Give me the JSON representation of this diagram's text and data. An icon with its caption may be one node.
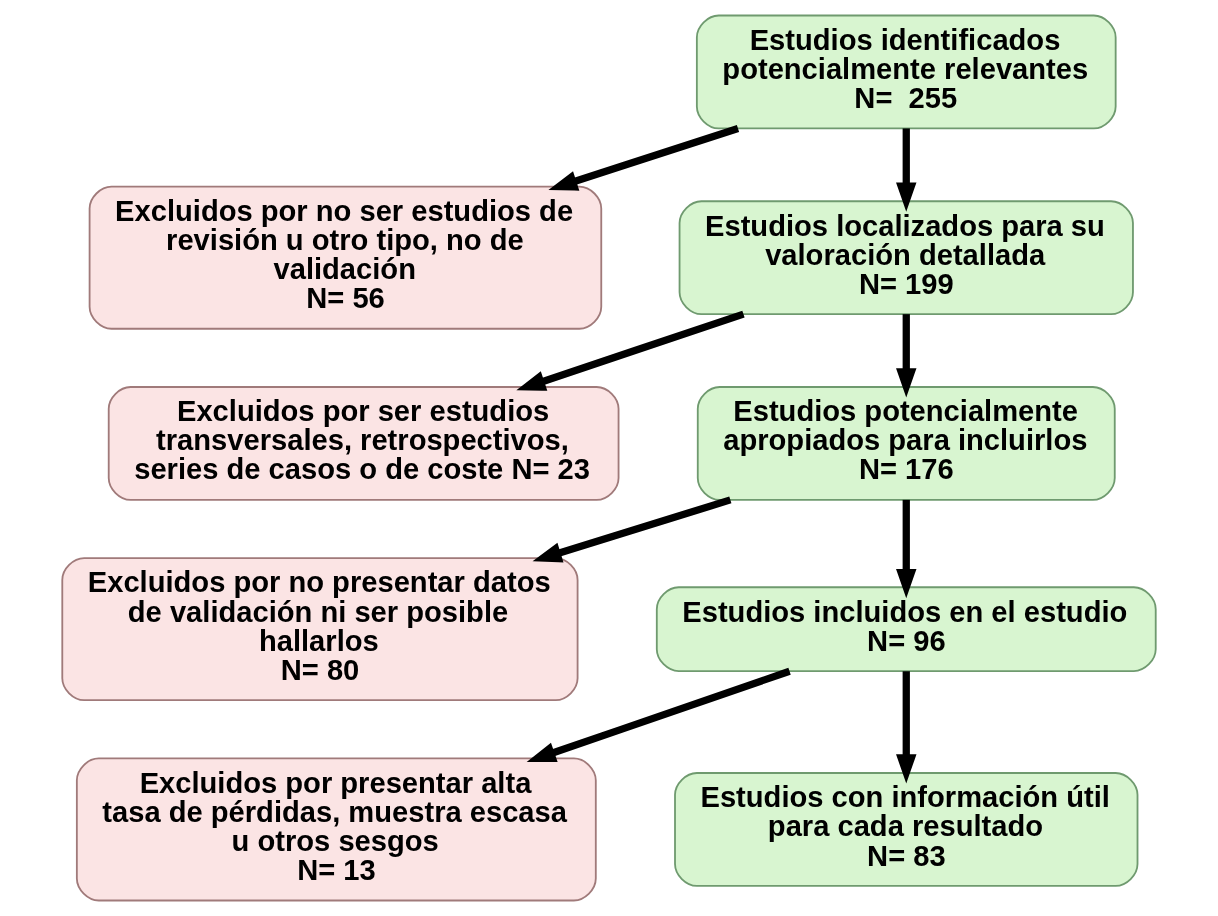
{
  "diagram": {
    "nodes": [
      {
        "text": [
          "Estudios identificados potencialmente relevantes",
          "N=  255"
        ]
      },
      {
        "text": [
          "Excluidos por no ser estudios de revisión u otro tipo, no de validación",
          "N= 56"
        ]
      },
      {
        "text": [
          "Estudios localizados para su valoración detallada",
          "N= 199"
        ]
      },
      {
        "text": [
          "Excluidos por ser estudios transversales, retrospectivos, series de casos o de coste N= 23"
        ]
      },
      {
        "text": [
          "Estudios potencialmente apropiados para incluirlos",
          "N= 176"
        ]
      },
      {
        "text": [
          "Excluidos por no presentar datos de validación ni ser posible hallarlos",
          "N= 80"
        ]
      },
      {
        "text": [
          "Estudios incluidos en el estudio",
          "N= 96"
        ]
      },
      {
        "text": [
          "Excluidos por presentar alta tasa de pérdidas, muestra escasa u otros sesgos",
          "N= 13"
        ]
      },
      {
        "text": [
          "Estudios con información útil para cada resultado",
          "N= 83"
        ]
      }
    ],
    "edges": [
      {
        "from": 0,
        "to": 2,
        "arrow": "to"
      },
      {
        "from": 0,
        "to": 1,
        "arrow": "to"
      },
      {
        "from": 2,
        "to": 4,
        "arrow": "to"
      },
      {
        "from": 2,
        "to": 3,
        "arrow": "to"
      },
      {
        "from": 4,
        "to": 6,
        "arrow": "to"
      },
      {
        "from": 4,
        "to": 5,
        "arrow": "to"
      },
      {
        "from": 6,
        "to": 8,
        "arrow": "to"
      },
      {
        "from": 6,
        "to": 7,
        "arrow": "to"
      }
    ]
  }
}
